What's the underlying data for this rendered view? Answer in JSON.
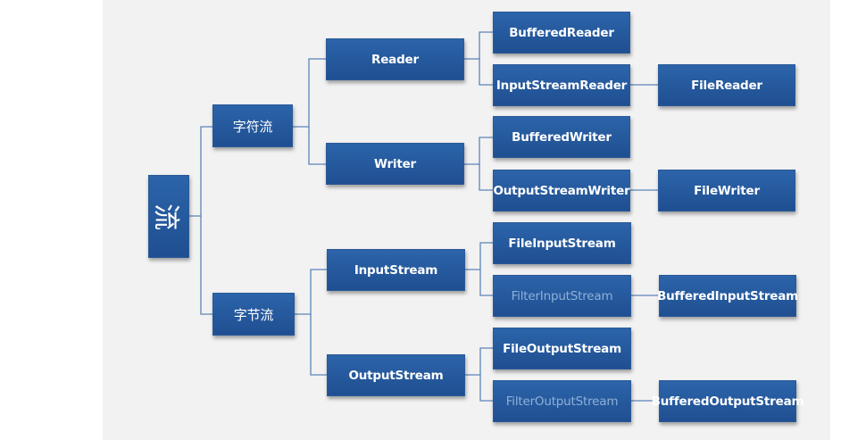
{
  "diagram": {
    "root": "流",
    "level1": {
      "char_stream": "字符流",
      "byte_stream": "字节流"
    },
    "level2": {
      "reader": "Reader",
      "writer": "Writer",
      "input_stream": "InputStream",
      "output_stream": "OutputStream"
    },
    "level3": {
      "buffered_reader": "BufferedReader",
      "input_stream_reader": "InputStreamReader",
      "buffered_writer": "BufferedWriter",
      "output_stream_writer": "OutputStreamWriter",
      "file_input_stream": "FileInputStream",
      "filter_input_stream": "FilterInputStream",
      "file_output_stream": "FileOutputStream",
      "filter_output_stream": "FilterOutputStream"
    },
    "level4": {
      "file_reader": "FileReader",
      "file_writer": "FileWriter",
      "buffered_input_stream": "BufferedInputStream",
      "buffered_output_stream": "BufferedOutputStream"
    },
    "colors": {
      "node_fill": "#2a5ea3",
      "node_text": "#ffffff",
      "dim_text": "#8fb0d8",
      "connector": "#5b84b8",
      "background": "#f2f2f2"
    }
  }
}
